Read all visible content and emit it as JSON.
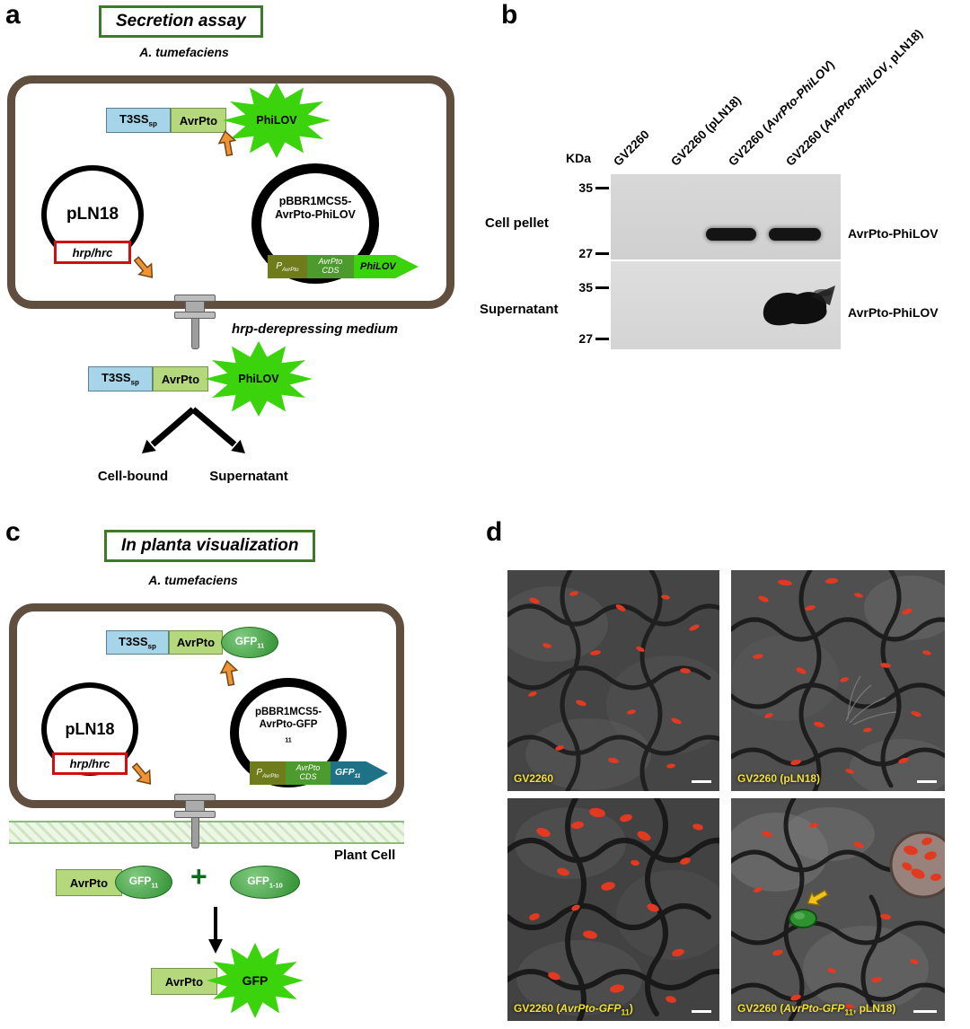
{
  "palette": {
    "title_border_green": "#3c7a28",
    "bacterium_brown": "#604e3f",
    "philov_green": "#3bd40c",
    "avrpto_green": "#b5d87d",
    "t3ss_blue": "#a6d4e8",
    "hrp_red": "#cc1111",
    "orange_arrow": "#ef9433",
    "gfp_teal": "#1d7285",
    "caption_yellow": "#f2e22e",
    "chloroplast_red": "#e23a20"
  },
  "panel_a": {
    "label": "a",
    "title": "Secretion assay",
    "organism": "A. tumefaciens",
    "fusion": {
      "t3ss": "T3SS",
      "t3ss_sub": "sp",
      "avrpto": "AvrPto",
      "tag": "PhiLOV"
    },
    "plasmid_left": {
      "name": "pLN18",
      "locus": "hrp/hrc"
    },
    "plasmid_right": {
      "name_line1": "pBBR1MCS5-",
      "name_line2": "AvrPto-PhiLOV",
      "promoter": "P",
      "promoter_sub": "AvrPto",
      "cds_line1": "AvrPto",
      "cds_line2": "CDS",
      "gene": "PhiLOV"
    },
    "medium": "hrp-derepressing medium",
    "output_left": "Cell-bound",
    "output_right": "Supernatant"
  },
  "panel_b": {
    "label": "b",
    "kda": "KDa",
    "lanes": [
      {
        "prefix": "GV2260",
        "italic": "",
        "suffix": ""
      },
      {
        "prefix": "GV2260 (pLN18)",
        "italic": "",
        "suffix": ""
      },
      {
        "prefix": "GV2260 (",
        "italic": "AvrPto-PhiLOV",
        "suffix": ")"
      },
      {
        "prefix": "GV2260 (",
        "italic": "AvrPto-PhiLOV",
        "suffix": ", pLN18)"
      }
    ],
    "blots": [
      {
        "row_label": "Cell pellet",
        "marker_top": "35",
        "marker_bottom": "27",
        "band_label": "AvrPto-PhiLOV"
      },
      {
        "row_label": "Supernatant",
        "marker_top": "35",
        "marker_bottom": "27",
        "band_label": "AvrPto-PhiLOV"
      }
    ]
  },
  "panel_c": {
    "label": "c",
    "title": "In planta visualization",
    "organism": "A. tumefaciens",
    "fusion": {
      "t3ss": "T3SS",
      "t3ss_sub": "sp",
      "avrpto": "AvrPto",
      "tag": "GFP",
      "tag_sub": "11"
    },
    "plasmid_left": {
      "name": "pLN18",
      "locus": "hrp/hrc"
    },
    "plasmid_right": {
      "name_line1": "pBBR1MCS5-",
      "name_line2": "AvrPto-GFP",
      "name_line2_sub": "11",
      "promoter": "P",
      "promoter_sub": "AvrPto",
      "cds_line1": "AvrPto",
      "cds_line2": "CDS",
      "gene": "GFP",
      "gene_sub": "11"
    },
    "plant_cell": "Plant Cell",
    "complementation": {
      "avrpto": "AvrPto",
      "gfp11": "GFP",
      "gfp11_sub": "11",
      "plus": "+",
      "gfp110": "GFP",
      "gfp110_sub": "1-10"
    },
    "result": {
      "avrpto": "AvrPto",
      "gfp": "GFP"
    }
  },
  "panel_d": {
    "label": "d",
    "images": [
      {
        "prefix": "GV2260",
        "italic": "",
        "sub": "",
        "suffix": ""
      },
      {
        "prefix": "GV2260 (pLN18)",
        "italic": "",
        "sub": "",
        "suffix": ""
      },
      {
        "prefix": "GV2260 (",
        "italic": "AvrPto-GFP",
        "sub": "11",
        "suffix": ")"
      },
      {
        "prefix": "GV2260 (",
        "italic": "AvrPto-GFP",
        "sub": "11",
        "suffix": ", pLN18)"
      }
    ]
  }
}
